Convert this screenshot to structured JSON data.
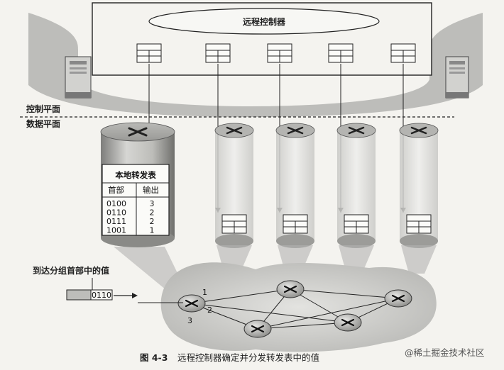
{
  "controller": {
    "title": "远程控制器"
  },
  "planes": {
    "control": "控制平面",
    "data": "数据平面"
  },
  "local_table": {
    "title": "本地转发表",
    "headers": [
      "首部",
      "输出"
    ],
    "rows": [
      {
        "header": "0100",
        "out": "3"
      },
      {
        "header": "0110",
        "out": "2"
      },
      {
        "header": "0111",
        "out": "2"
      },
      {
        "header": "1001",
        "out": "1"
      }
    ]
  },
  "packet": {
    "label": "到达分组首部中的值",
    "value": "0110"
  },
  "ports": [
    "1",
    "2",
    "3"
  ],
  "figure": {
    "number": "图 4-3",
    "caption": "远程控制器确定并分发转发表中的值"
  },
  "watermark": "@稀土掘金技术社区",
  "colors": {
    "ink": "#222222",
    "paper": "#f4f3ef",
    "shade": "#c9c9c6"
  }
}
